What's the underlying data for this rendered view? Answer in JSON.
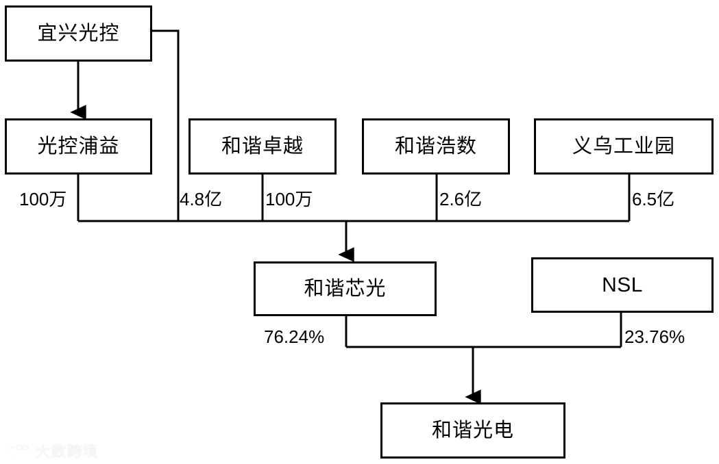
{
  "diagram": {
    "type": "ownership-structure-chart",
    "title_text": "",
    "background_color": "#ffffff",
    "line_color": "#000000",
    "nodes": [
      {
        "id": "yixing",
        "label": "宜兴光控",
        "script": "cjk"
      },
      {
        "id": "pusheng",
        "label": "光控浦益",
        "script": "cjk"
      },
      {
        "id": "zhuoyue",
        "label": "和谐卓越",
        "script": "cjk"
      },
      {
        "id": "haoshu",
        "label": "和谐浩数",
        "script": "cjk"
      },
      {
        "id": "yiwu",
        "label": "义乌工业园",
        "script": "cjk"
      },
      {
        "id": "xinguang",
        "label": "和谐芯光",
        "script": "cjk"
      },
      {
        "id": "nsl",
        "label": "NSL",
        "script": "latin"
      },
      {
        "id": "guangdian",
        "label": "和谐光电",
        "script": "cjk"
      }
    ],
    "edge_labels": [
      {
        "id": "pusheng-amount",
        "text": "100万"
      },
      {
        "id": "yixing-amount",
        "text": "4.8亿"
      },
      {
        "id": "zhuoyue-amount",
        "text": "100万"
      },
      {
        "id": "haoshu-amount",
        "text": "2.6亿"
      },
      {
        "id": "yiwu-amount",
        "text": "6.5亿"
      },
      {
        "id": "xinguang-share",
        "text": "76.24%"
      },
      {
        "id": "nsl-share",
        "text": "23.76%"
      }
    ]
  },
  "watermark": {
    "text": "大数跨境",
    "color": "#f2f2f2"
  }
}
